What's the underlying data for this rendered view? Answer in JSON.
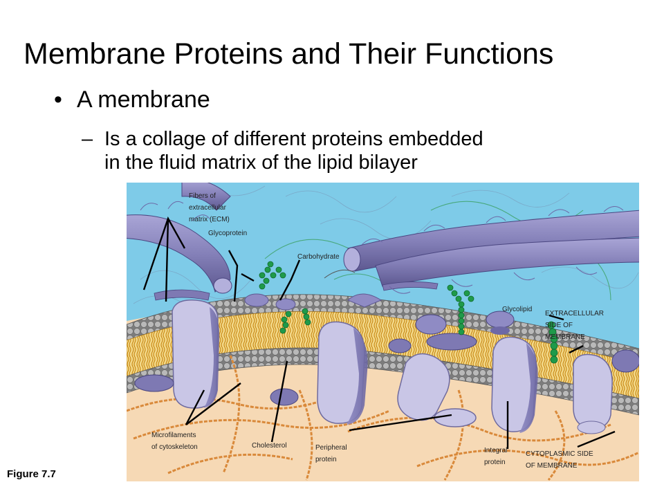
{
  "slide": {
    "title": "Membrane Proteins and Their Functions",
    "bullet": "A membrane",
    "bullet_marker": "•",
    "sub_bullet_marker": "–",
    "sub_bullet_line1": "Is a collage of different proteins embedded",
    "sub_bullet_line2": "in the fluid matrix of the lipid bilayer",
    "figure_caption": "Figure 7.7"
  },
  "figure": {
    "labels": {
      "fibers_ecm": [
        "Fibers of",
        "extracellular",
        "matrix (ECM)"
      ],
      "glycoprotein": "Glycoprotein",
      "carbohydrate": "Carbohydrate",
      "glycolipid": "Glycolipid",
      "extracellular_side": [
        "EXTRACELLULAR",
        "SIDE OF",
        "MEMBRANE"
      ],
      "microfilaments": [
        "Microfilaments",
        "of cytoskeleton"
      ],
      "cholesterol": "Cholesterol",
      "peripheral_protein": [
        "Peripheral",
        "protein"
      ],
      "integral_protein": [
        "Integral",
        "protein"
      ],
      "cytoplasmic_side": [
        "CYTOPLASMIC SIDE",
        "OF MEMBRANE"
      ]
    },
    "colors": {
      "extracellular_bg": "#7ecbe8",
      "cytoplasm_bg": "#f4d5ae",
      "lipid_head": "#9a9a9a",
      "lipid_tail": "#e8b84a",
      "protein_fill": "#c9c6e6",
      "protein_edge": "#6e6a9e",
      "ecm_fiber": "#8a86b8",
      "carbohydrate_chain": "#1f9a4a",
      "microfilament": "#d9893a",
      "leader_line": "#000000"
    }
  }
}
